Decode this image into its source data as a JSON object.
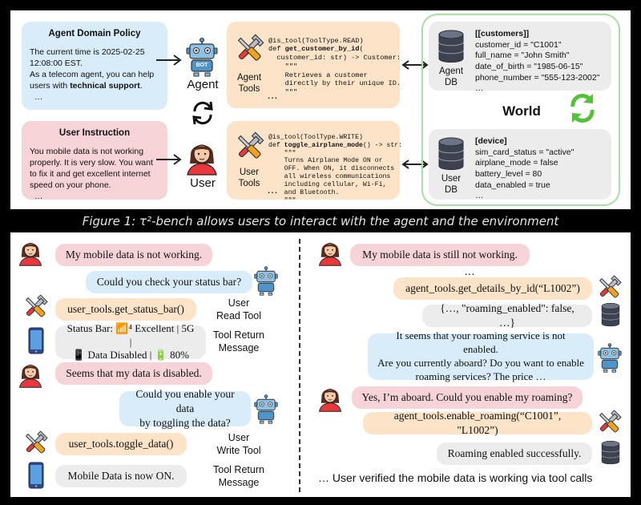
{
  "top": {
    "policy": {
      "title": "Agent Domain Policy",
      "line1": "The current time is 2025-02-25",
      "line2": "12:08:00 EST.",
      "line3": "As a telecom agent, you can help",
      "line4_prefix": "users with ",
      "line4_bold": "technical support",
      "line4_suffix": ".",
      "ellipsis": "…"
    },
    "user_instruction": {
      "title": "User Instruction",
      "line1": "You mobile data is not working",
      "line2": "properly. It is very slow. You want",
      "line3": "to fix it and get excellent internet",
      "line4": "speed on your phone.",
      "ellipsis": "…"
    },
    "agent_label": "Agent",
    "user_label": "User",
    "robot_badge": "BOT",
    "agent_tools": {
      "label1": "Agent",
      "label2": "Tools",
      "ellipsis": "…",
      "l1": "@is_tool(ToolType.READ)",
      "l2a": "def ",
      "l2b": "get_customer_by_id",
      "l2c": "(",
      "l3": "  customer_id: str) -> Customer:",
      "l4": "    \"\"\"",
      "l5": "    Retrieves a customer",
      "l6": "    directly by their unique ID.",
      "l7": "    \"\"\""
    },
    "user_tools": {
      "label1": "User",
      "label2": "Tools",
      "ellipsis": "…",
      "l1": "@is_tool(ToolType.WRITE)",
      "l2a": "def ",
      "l2b": "toggle_airplane_mode",
      "l2c": "() -> str:",
      "l3": "    \"\"\"",
      "l4": "    Turns Airplane Mode ON or",
      "l5": "    OFF. When ON, it disconnects",
      "l6": "    all wireless communications",
      "l7": "    including cellular, Wi-Fi,",
      "l8": "    and Bluetooth.",
      "l9": "    \"\"\""
    },
    "world_label": "World",
    "agent_db": {
      "label1": "Agent",
      "label2": "DB",
      "header": "[[customers]]",
      "l1": "customer_id = \"C1001\"",
      "l2": "full_name = \"John Smith\"",
      "l3": "date_of_birth = \"1985-06-15\"",
      "l4": "phone_number = \"555-123-2002\"",
      "ellipsis": "…"
    },
    "user_db": {
      "label1": "User",
      "label2": "DB",
      "header": "[device]",
      "l1": "sim_card_status = \"active\"",
      "l2": "airplane_mode = false",
      "l3": "battery_level = 80",
      "l4": "data_enabled = true",
      "ellipsis": "…"
    }
  },
  "caption": "Figure 1: τ²-bench allows users to interact with the agent and the environment",
  "left_convo": {
    "msg1": "My mobile data is not working.",
    "msg2": "Could you check your status bar?",
    "msg3": "user_tools.get_status_bar()",
    "msg3_label1": "User",
    "msg3_label2": "Read Tool",
    "msg4_line1": "Status Bar: 📶⁴ Excellent | 5G |",
    "msg4_line2": "📱 Data Disabled | 🔋 80%",
    "msg4_label1": "Tool Return",
    "msg4_label2": "Message",
    "msg5": "Seems that my data is disabled.",
    "msg6_line1": "Could you enable your data",
    "msg6_line2": "by toggling the data?",
    "msg7": "user_tools.toggle_data()",
    "msg7_label1": "User",
    "msg7_label2": "Write Tool",
    "msg8": "Mobile Data is now ON.",
    "msg8_label1": "Tool Return",
    "msg8_label2": "Message"
  },
  "right_convo": {
    "msg1": "My mobile data is still not working.",
    "ellipsis": "…",
    "msg2": "agent_tools.get_details_by_id(“L1002”)",
    "msg3": "{…, \"roaming_enabled\": false, …}",
    "msg4_line1": "It seems that your roaming service is not enabled.",
    "msg4_line2": "Are you currently aboard? Do you want to enable",
    "msg4_line3": "roaming services? The price …",
    "msg5": "Yes, I’m aboard. Could you enable my roaming?",
    "msg6": "agent_tools.enable_roaming(“C1001”, \"L1002”)",
    "msg7": "Roaming enabled successfully.",
    "footer": "… User verified the mobile data is working via tool calls"
  },
  "colors": {
    "blue": "#d8ecfa",
    "pink": "#f6d3d6",
    "peach": "#fde3c8",
    "gray": "#ececec",
    "world_border": "#a6e0a3",
    "sync_green": "#54c238"
  },
  "icons": [
    "robot-icon",
    "woman-icon",
    "tools-icon",
    "database-icon",
    "phone-icon",
    "sync-icon",
    "arrow-icon"
  ]
}
